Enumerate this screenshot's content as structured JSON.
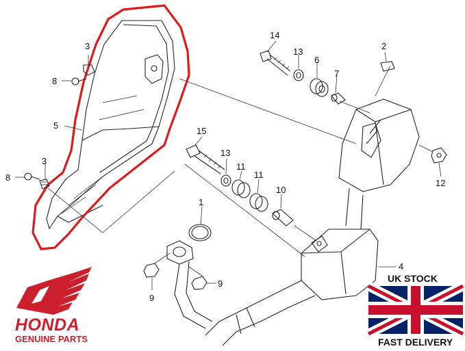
{
  "callouts": {
    "c1": "1",
    "c2": "2",
    "c3a": "3",
    "c3b": "3",
    "c4": "4",
    "c5": "5",
    "c6": "6",
    "c7": "7",
    "c8a": "8",
    "c8b": "8",
    "c9a": "9",
    "c9b": "9",
    "c10": "10",
    "c11a": "11",
    "c11b": "11",
    "c12": "12",
    "c13a": "13",
    "c13b": "13",
    "c14": "14",
    "c15": "15"
  },
  "branding": {
    "name": "HONDA",
    "tagline": "GENUINE PARTS",
    "logo_color": "#cc1f2d"
  },
  "badges": {
    "top": "UK STOCK",
    "bottom": "FAST DELIVERY",
    "flag": "union-jack-flag"
  },
  "colors": {
    "highlight": "#e01a1a",
    "flag_blue": "#012169",
    "flag_red": "#c8102e"
  }
}
